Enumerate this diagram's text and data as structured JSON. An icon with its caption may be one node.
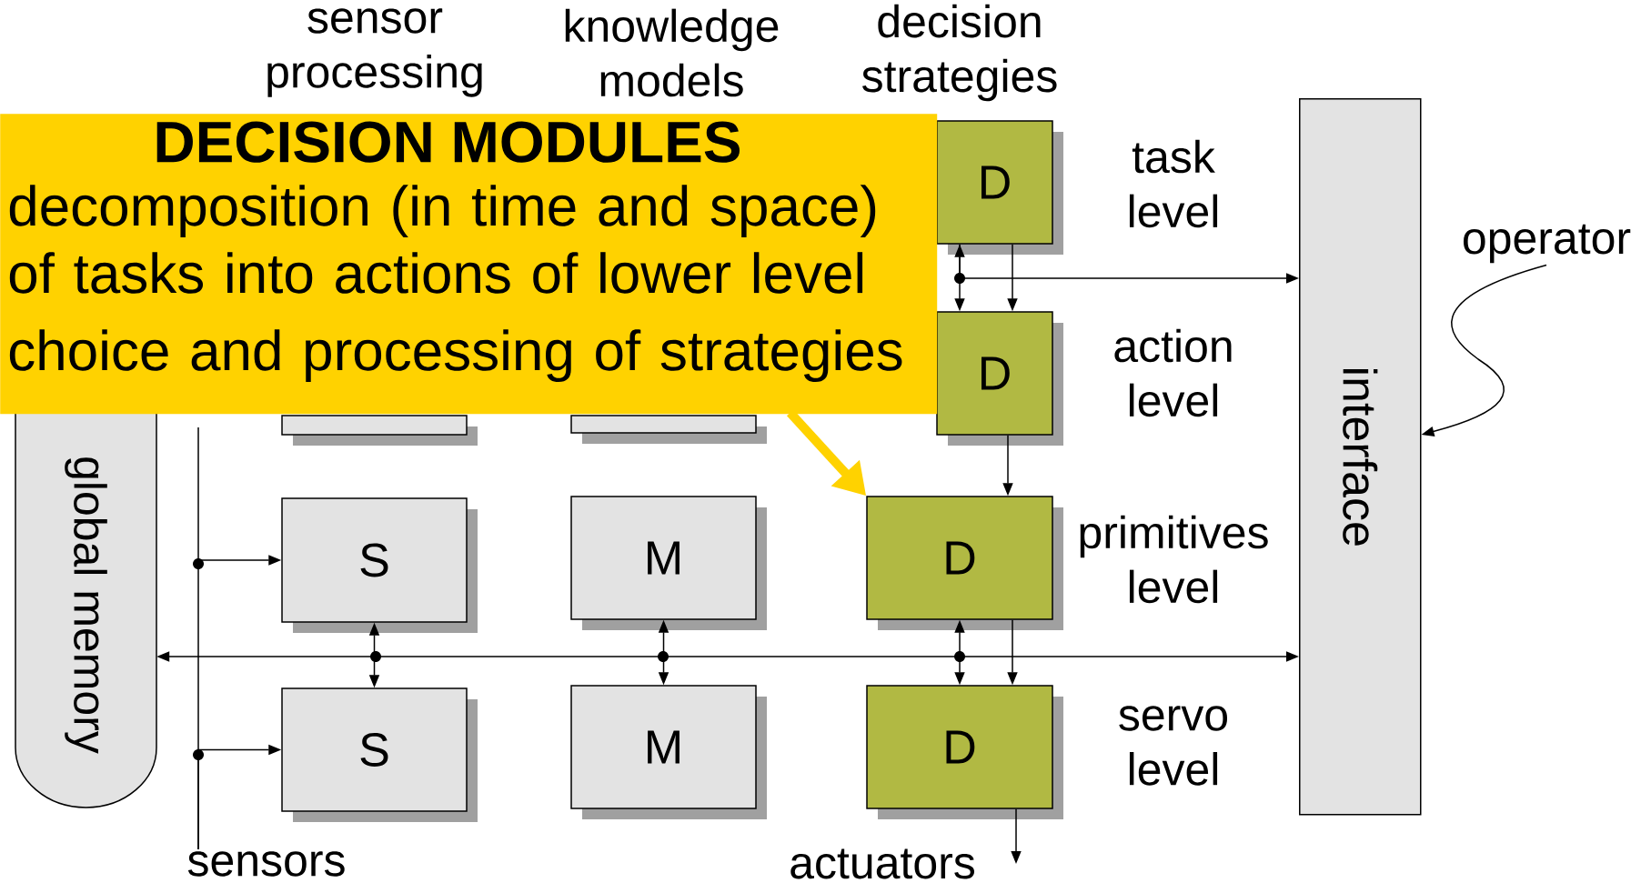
{
  "diagram": {
    "nodes": [
      {
        "text": [
          "DECISION MODULES",
          "decomposition (in time and space) of tasks into actions of lower level",
          "choice and processing of strategies"
        ]
      },
      {
        "text": [
          "global memory"
        ]
      },
      {
        "text": [],
        "shape": "box"
      },
      {
        "text": [],
        "shape": "box"
      },
      {
        "text": [
          "D"
        ]
      },
      {
        "text": [
          "D"
        ]
      },
      {
        "text": [
          "S"
        ]
      },
      {
        "text": [
          "M"
        ]
      },
      {
        "text": [
          "D"
        ]
      },
      {
        "text": [
          "S"
        ]
      },
      {
        "text": [
          "M"
        ]
      },
      {
        "text": [
          "D"
        ]
      },
      {
        "text": [
          "interface"
        ]
      },
      {
        "text": [
          "operator"
        ]
      },
      {
        "text": [
          "sensors"
        ]
      },
      {
        "text": [
          "actuators"
        ]
      }
    ],
    "edges": [
      {
        "from": 4,
        "to": 5,
        "arrow": "both"
      },
      {
        "from": 4,
        "to": 5,
        "arrow": "to"
      },
      {
        "from": 4,
        "to": 12,
        "arrow": "to"
      },
      {
        "from": 5,
        "to": 8,
        "arrow": "to"
      },
      {
        "from": 6,
        "to": 9,
        "arrow": "both"
      },
      {
        "from": 7,
        "to": 10,
        "arrow": "both"
      },
      {
        "from": 8,
        "to": 11,
        "arrow": "both"
      },
      {
        "from": 8,
        "to": 11,
        "arrow": "to"
      },
      {
        "from": 1,
        "to": 12,
        "arrow": "both"
      },
      {
        "from": 14,
        "to": 6,
        "arrow": "to"
      },
      {
        "from": 14,
        "to": 9,
        "arrow": "to"
      },
      {
        "from": 11,
        "to": 15,
        "arrow": "to"
      },
      {
        "from": 13,
        "to": 12,
        "arrow": "to"
      },
      {
        "from": 0,
        "to": 8,
        "arrow": "to",
        "style": "thick",
        "color": "#ffd200"
      }
    ],
    "labels": [
      "sensor processing",
      "knowledge models",
      "decision strategies",
      "task level",
      "action level",
      "primitives level",
      "servo level"
    ]
  }
}
